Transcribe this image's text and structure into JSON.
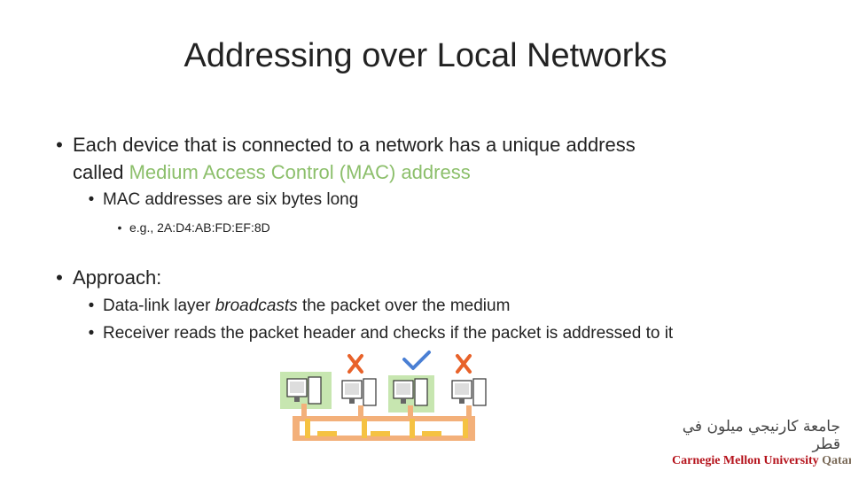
{
  "slide": {
    "title": "Addressing over Local Networks"
  },
  "bullets": {
    "b1": {
      "marker": "•",
      "line1": "Each device that is connected to a network has a unique address",
      "line2_prefix": "called ",
      "line2_highlight": "Medium Access Control (MAC) address"
    },
    "b1_1": {
      "marker": "•",
      "text": "MAC addresses are six bytes long"
    },
    "b1_1_1": {
      "marker": "•",
      "text": "e.g., 2A:D4:AB:FD:EF:8D"
    },
    "b2": {
      "marker": "•",
      "text": "Approach:"
    },
    "b2_1": {
      "marker": "•",
      "prefix": "Data-link layer ",
      "italic": "broadcasts",
      "suffix": " the packet over the medium"
    },
    "b2_2": {
      "marker": "•",
      "text": "Receiver reads the packet header and checks if the packet is addressed to it"
    }
  },
  "diagram": {
    "marks": [
      "x",
      "check",
      "x"
    ],
    "colors": {
      "sender_highlight": "#c7e6b0",
      "bus": "#f3b07a",
      "segment": "#f5c242",
      "x_mark": "#e8622a",
      "check_mark": "#4a7fd4"
    }
  },
  "logo": {
    "arabic": "جامعة كارنيجي ميلون في قطر",
    "english_main": "Carnegie Mellon University",
    "english_suffix": "Qatar"
  }
}
